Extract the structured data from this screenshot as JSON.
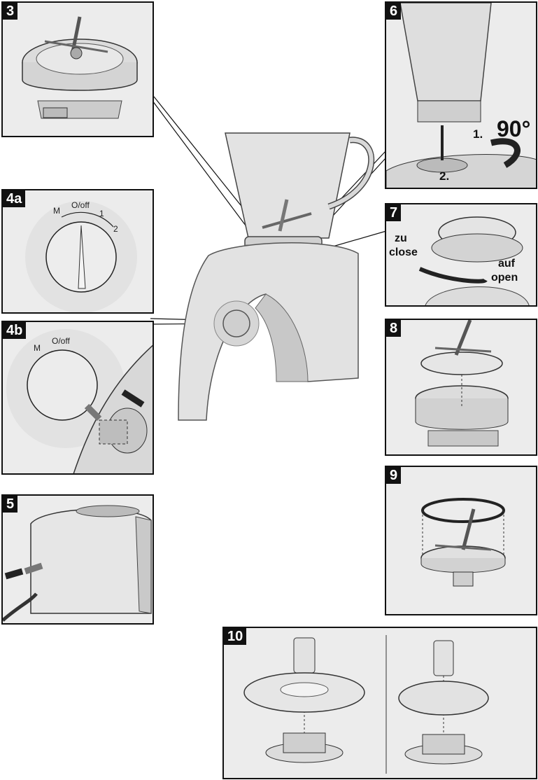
{
  "panels": {
    "p3": {
      "num": "3"
    },
    "p4a": {
      "num": "4a",
      "dial_labels": [
        "M",
        "O/off",
        "1",
        "2"
      ]
    },
    "p4b": {
      "num": "4b",
      "dial_labels": [
        "M",
        "O/off"
      ]
    },
    "p5": {
      "num": "5"
    },
    "p6": {
      "num": "6",
      "angle": "90°",
      "step1": "1.",
      "step2": "2."
    },
    "p7": {
      "num": "7",
      "zu": "zu",
      "close": "close",
      "auf": "auf",
      "open": "open"
    },
    "p8": {
      "num": "8"
    },
    "p9": {
      "num": "9"
    },
    "p10": {
      "num": "10"
    }
  },
  "colors": {
    "panel_bg": "#ececec",
    "border": "#111111",
    "arrow": "#222222",
    "arrow_grey": "#777777"
  }
}
